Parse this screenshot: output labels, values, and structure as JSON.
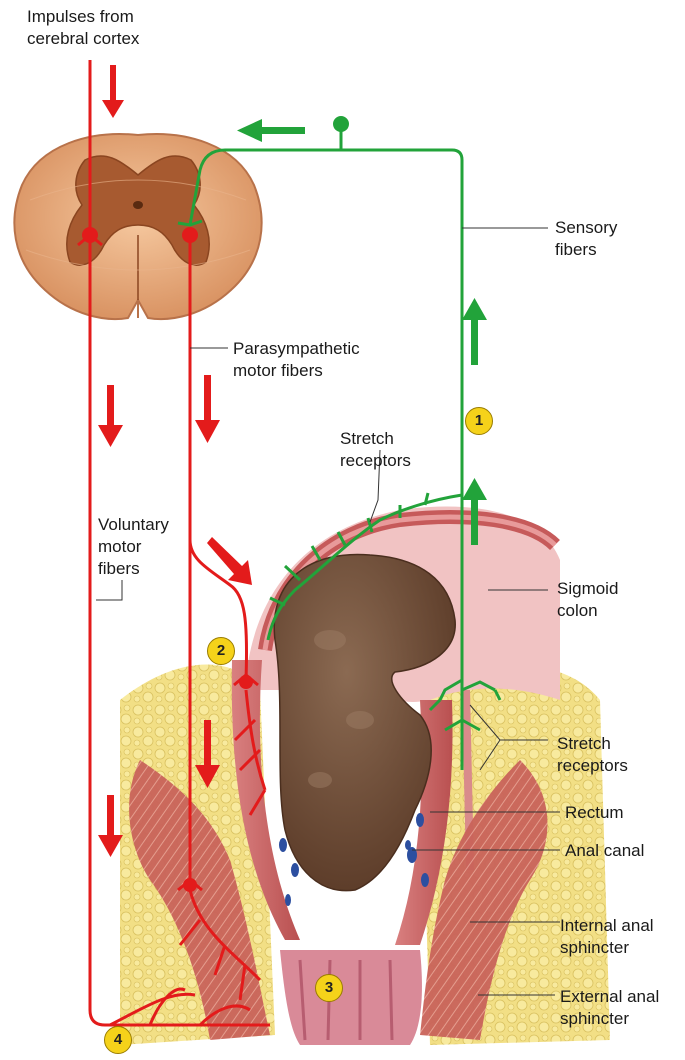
{
  "labels": {
    "impulses": "Impulses from\ncerebral cortex",
    "sensory_fibers": "Sensory\nfibers",
    "parasympathetic": "Parasympathetic\nmotor fibers",
    "stretch_receptors_top": "Stretch\nreceptors",
    "voluntary_motor": "Voluntary\nmotor\nfibers",
    "sigmoid_colon": "Sigmoid\ncolon",
    "stretch_receptors_bottom": "Stretch\nreceptors",
    "rectum": "Rectum",
    "anal_canal": "Anal canal",
    "internal_sphincter": "Internal anal\nsphincter",
    "external_sphincter": "External anal\nsphincter"
  },
  "steps": [
    "1",
    "2",
    "3",
    "4"
  ],
  "colors": {
    "motor_red": "#e31b1b",
    "sensory_green": "#22a33a",
    "marker_yellow": "#f5d21a",
    "spinal_cord": "#e8a87c",
    "gray_matter": "#a0522d",
    "fat_yellow": "#f3e08a",
    "feces_brown": "#6e4a33",
    "muscle_red": "#c9635a"
  },
  "icons": [
    "arrow-down-icon",
    "arrow-up-icon",
    "arrow-left-icon",
    "neuron-cell-body-icon"
  ]
}
